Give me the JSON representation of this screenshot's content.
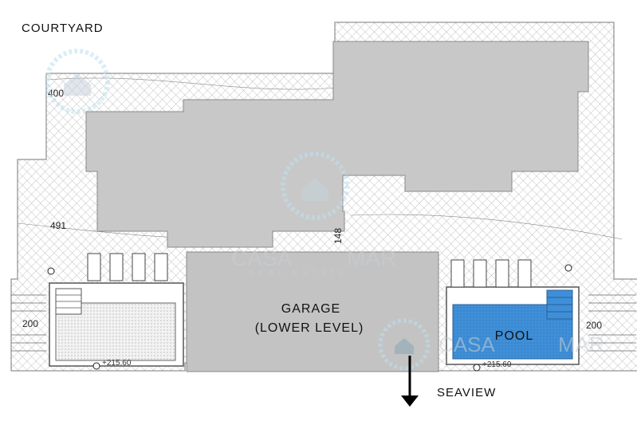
{
  "labels": {
    "courtyard": "COURTYARD",
    "garage_line1": "GARAGE",
    "garage_line2": "(LOWER LEVEL)",
    "pool": "POOL",
    "seaview": "SEAVIEW"
  },
  "dimensions": {
    "d400": "400",
    "d491": "491",
    "d148": "148",
    "d200_left": "200",
    "d200_right": "200",
    "level_left": "+215.60",
    "level_right": "+215.60"
  },
  "watermark": {
    "brand_a": "CASA",
    "brand_b": "MAR",
    "sub": "REAL ESTATE"
  },
  "colors": {
    "building": "#c8c8c8",
    "hatch": "#9a9a9a",
    "pool_fill": "#3f8fd8",
    "outline": "#7a7a7a",
    "watermark": "#cfe6f2"
  }
}
